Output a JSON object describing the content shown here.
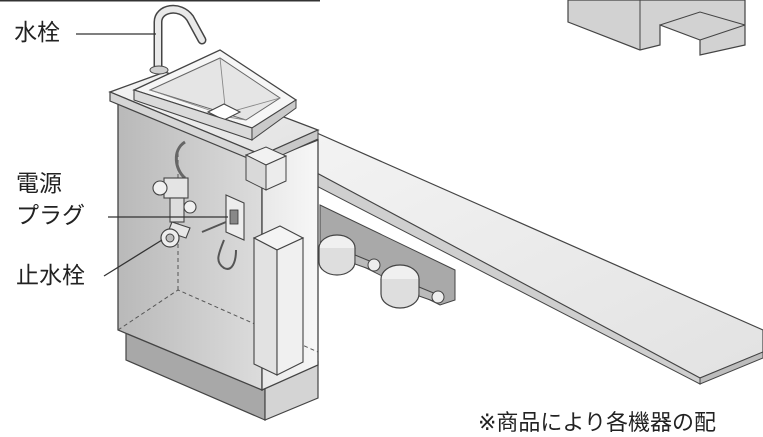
{
  "labels": {
    "faucet": "水栓",
    "power_plug_line1": "電源",
    "power_plug_line2": "プラグ",
    "stop_valve": "止水栓"
  },
  "footnote": "※商品により各機器の配"
}
